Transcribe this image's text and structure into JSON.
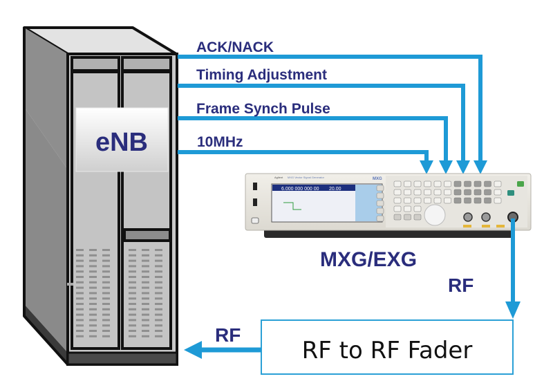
{
  "colors": {
    "signal_line": "#1e9ad6",
    "label_text": "#2a2d7c",
    "rack_light": "#c4c4c4",
    "rack_dark": "#8a8a8a",
    "outline": "#111111"
  },
  "enb": {
    "label": "eNB"
  },
  "signals": [
    {
      "name": "ack-nack",
      "label": "ACK/NACK"
    },
    {
      "name": "timing-adjustment",
      "label": "Timing Adjustment"
    },
    {
      "name": "frame-synch-pulse",
      "label": "Frame Synch Pulse"
    },
    {
      "name": "10mhz",
      "label": "10MHz"
    }
  ],
  "instrument": {
    "label": "MXG/EXG",
    "brand": "Agilent",
    "model_badge": "MXG",
    "title": "MXG Vector Signal Generator",
    "screen_freq": "6.000 000 000 00",
    "screen_amp": "20.00"
  },
  "rf_out_label": "RF",
  "fader": {
    "label": "RF to RF Fader"
  },
  "rf_return_label": "RF"
}
